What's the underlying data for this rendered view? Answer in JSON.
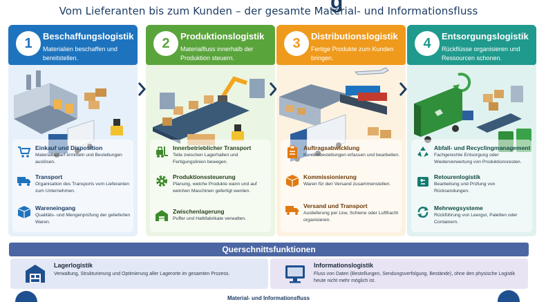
{
  "header": {
    "title_tail": "g",
    "subtitle": "Vom Lieferanten bis zum Kunden – der gesamte Material- und Informationsfluss"
  },
  "colors": {
    "blue": "#1e73be",
    "green": "#5aa43c",
    "orange": "#ef9a1c",
    "teal": "#1f9a8d"
  },
  "columns": [
    {
      "number": "1",
      "title": "Beschaffungslogistik",
      "description": "Materialien beschaffen und bereitstellen.",
      "items": [
        {
          "icon": "shopping-cart-icon",
          "title": "Einkauf und Disposition",
          "description": "Materialbedarf ermitteln und Bestellungen auslösen."
        },
        {
          "icon": "truck-icon",
          "title": "Transport",
          "description": "Organisation des Transports vom Lieferanten zum Unternehmen."
        },
        {
          "icon": "box-icon",
          "title": "Wareneingang",
          "description": "Qualitäts- und Mengenprüfung der gelieferten Waren."
        }
      ]
    },
    {
      "number": "2",
      "title": "Produktionslogistik",
      "description": "Materialfluss innerhalb der Produktion steuern.",
      "items": [
        {
          "icon": "forklift-icon",
          "title": "Innerbetrieblicher Transport",
          "description": "Teile zwischen Lagerhallen und Fertigungslinien bewegen."
        },
        {
          "icon": "gear-icon",
          "title": "Produktionssteuerung",
          "description": "Planung, welche Produkte wann und auf welchen Maschinen gefertigt werden."
        },
        {
          "icon": "warehouse-icon",
          "title": "Zwischenlagerung",
          "description": "Puffer und Halbfabrikate verwalten."
        }
      ]
    },
    {
      "number": "3",
      "title": "Distributionslogistik",
      "description": "Fertige Produkte zum Kunden bringen.",
      "items": [
        {
          "icon": "clipboard-icon",
          "title": "Auftragsabwicklung",
          "description": "Kundenbestellungen erfassen und bearbeiten."
        },
        {
          "icon": "package-icon",
          "title": "Kommissionierung",
          "description": "Waren für den Versand zusammenstellen."
        },
        {
          "icon": "delivery-truck-icon",
          "title": "Versand und Transport",
          "description": "Auslieferung per Lkw, Schiene oder Luftfracht organisieren."
        }
      ]
    },
    {
      "number": "4",
      "title": "Entsorgungslogistik",
      "description": "Rückflüsse organisieren und Ressourcen schonen.",
      "items": [
        {
          "icon": "recycle-icon",
          "title": "Abfall- und Recyclingmanagement",
          "description": "Fachgerechte Entsorgung oder Wiederverwertung von Produktionsresten."
        },
        {
          "icon": "return-box-icon",
          "title": "Retourenlogistik",
          "description": "Bearbeitung und Prüfung von Rücksendungen."
        },
        {
          "icon": "cycle-arrows-icon",
          "title": "Mehrwegsysteme",
          "description": "Rückführung von Leergut, Paletten oder Containern."
        }
      ]
    }
  ],
  "cross_functions": {
    "title": "Querschnittsfunktionen",
    "items": [
      {
        "icon": "storage-icon",
        "title": "Lagerlogistik",
        "description": "Verwaltung, Strukturierung und Optimierung aller Lagerorte im gesamten Prozess."
      },
      {
        "icon": "monitor-icon",
        "title": "Informationslogistik",
        "description": "Fluss von Daten (Bestellungen, Sendungsverfolgung, Bestände), ohne den physische Logistik heute nicht mehr möglich ist."
      }
    ]
  },
  "footer": {
    "label": "Material- und Informationsfluss"
  }
}
